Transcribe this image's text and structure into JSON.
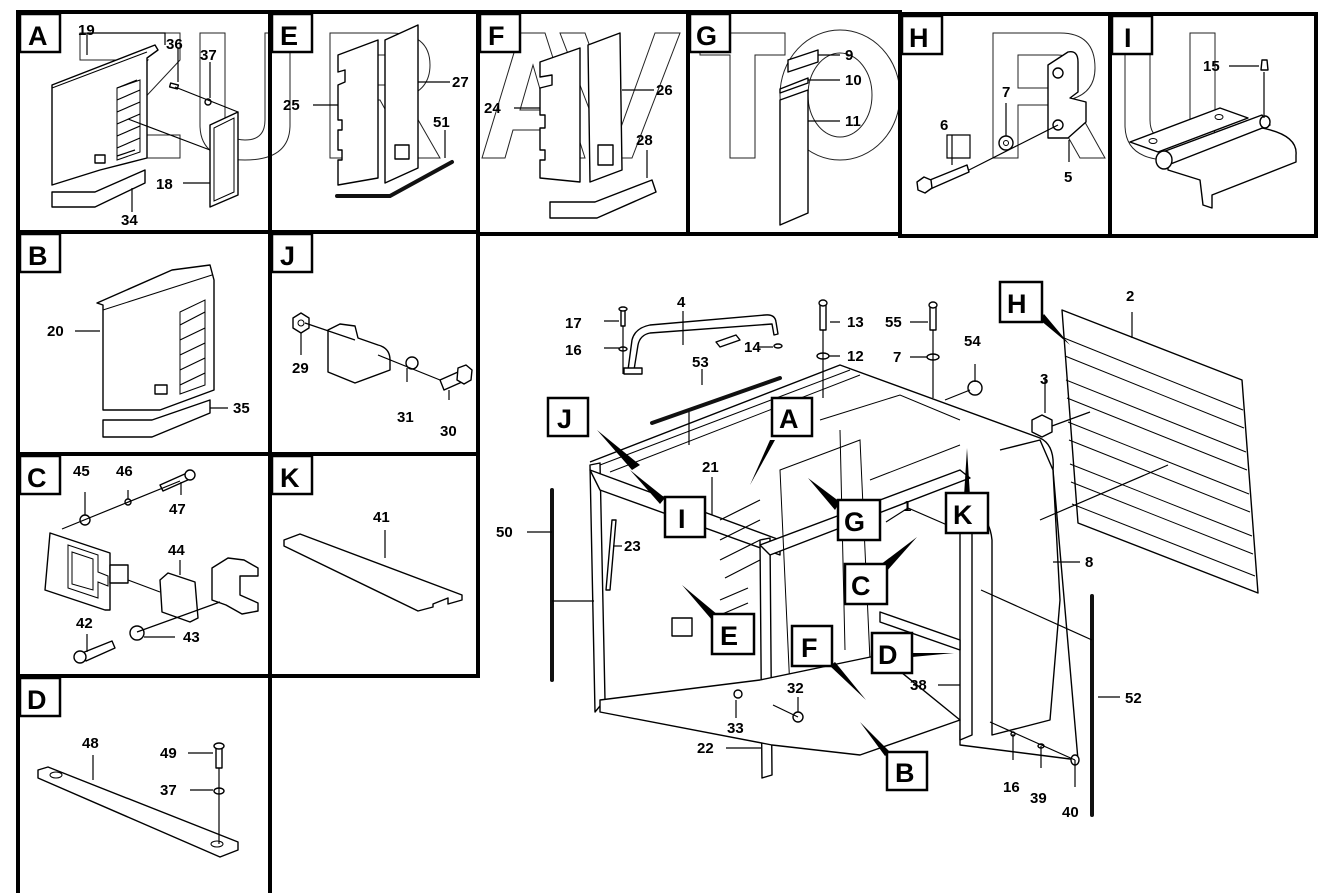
{
  "document": {
    "type": "exploded-parts-diagram",
    "watermark": "ZURAVTO.RU"
  },
  "panels": {
    "A": {
      "label": "A",
      "callouts": [
        "19",
        "36",
        "37",
        "18",
        "34"
      ]
    },
    "B": {
      "label": "B",
      "callouts": [
        "20",
        "35"
      ]
    },
    "C": {
      "label": "C",
      "callouts": [
        "45",
        "46",
        "47",
        "44",
        "42",
        "43"
      ]
    },
    "D": {
      "label": "D",
      "callouts": [
        "48",
        "49",
        "37"
      ]
    },
    "E": {
      "label": "E",
      "callouts": [
        "25",
        "27",
        "51"
      ]
    },
    "F": {
      "label": "F",
      "callouts": [
        "24",
        "26",
        "28"
      ]
    },
    "G": {
      "label": "G",
      "callouts": [
        "9",
        "10",
        "11"
      ]
    },
    "H": {
      "label": "H",
      "callouts": [
        "6",
        "7",
        "5"
      ]
    },
    "I": {
      "label": "I",
      "callouts": [
        "15"
      ]
    },
    "J": {
      "label": "J",
      "callouts": [
        "29",
        "31",
        "30"
      ]
    },
    "K": {
      "label": "K",
      "callouts": [
        "41"
      ]
    }
  },
  "main_assembly": {
    "pointer_labels": [
      "A",
      "B",
      "C",
      "D",
      "E",
      "F",
      "G",
      "H",
      "I",
      "J",
      "K"
    ],
    "callouts": [
      "17",
      "16",
      "4",
      "14",
      "53",
      "13",
      "12",
      "55",
      "7",
      "54",
      "2",
      "3",
      "1",
      "21",
      "23",
      "50",
      "8",
      "38",
      "52",
      "32",
      "33",
      "22",
      "16",
      "39",
      "40"
    ]
  }
}
